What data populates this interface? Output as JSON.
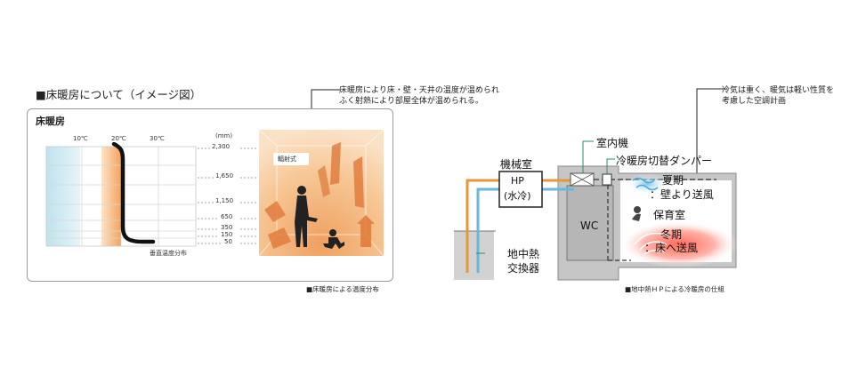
{
  "left": {
    "section_title": "■床暖房について（イメージ図）",
    "panel_title": "床暖房",
    "temps": [
      "10℃",
      "20℃",
      "30℃"
    ],
    "unit": "(mm)",
    "heights": [
      "2,300",
      "1,650",
      "1,150",
      "650",
      "350",
      "150",
      "50"
    ],
    "distribution_label": "垂直温度分布",
    "radiant_label": "輻射式",
    "caption": "■床暖房による温度分布"
  },
  "top_note": {
    "line1": "床暖房により床・壁・天井の温度が温められ",
    "line2": "ふく射熱により部屋全体が温められる。"
  },
  "right": {
    "note_line1": "冷気は重く、暖気は軽い性質を",
    "note_line2": "考慮した空調計画",
    "machine_room": "機械室",
    "hp_line1": "HP",
    "hp_line2": "(水冷)",
    "indoor_unit": "室内機",
    "damper": "冷暖房切替ダンパー",
    "summer": "夏期",
    "summer_sub": "：壁より送風",
    "nursery": "保育室",
    "wc": "WC",
    "winter": "冬期",
    "winter_sub": "：床へ送風",
    "geo1": "地中熱",
    "geo2": "交換器",
    "caption": "■地中熱ＨＰによる冷暖房の仕組"
  },
  "colors": {
    "warm_orange": "#f0a060",
    "cool_blue": "#9fd0e4",
    "pipe_orange": "#e8963a",
    "pipe_blue": "#6ab6dc",
    "accent_green": "#2e8a6e",
    "building_gray": "#c8c8c8"
  }
}
